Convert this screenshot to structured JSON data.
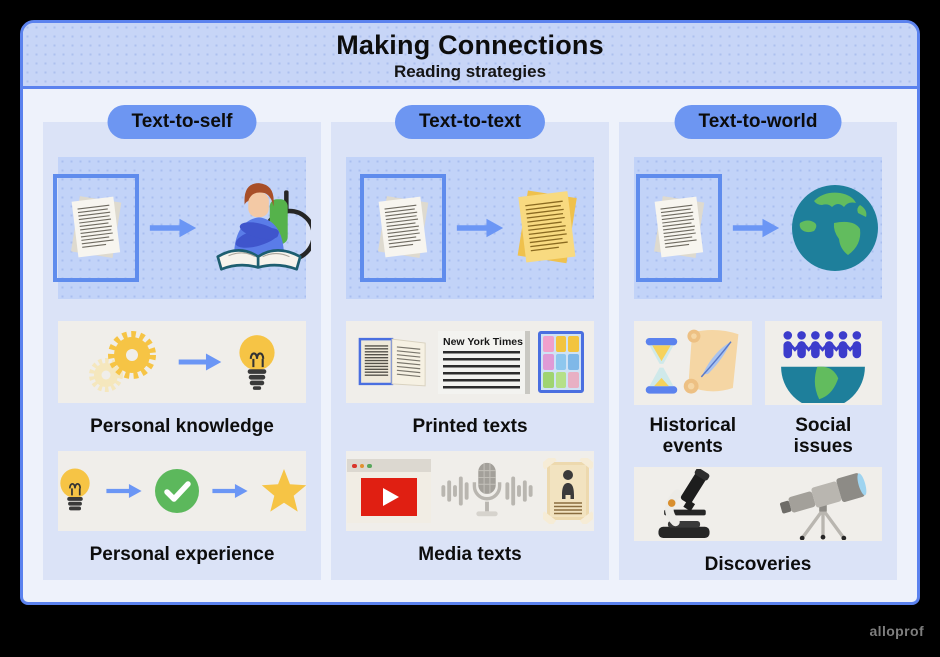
{
  "page": {
    "title": "Making Connections",
    "subtitle": "Reading strategies",
    "brand": "alloprof"
  },
  "colors": {
    "outer_bg": "#000000",
    "card_border": "#5b82ee",
    "header_bg": "#c7d5f7",
    "body_bg": "#eef2fb",
    "column_bg": "#dbe3f7",
    "hero_bg": "#c2d3f8",
    "panel_bg": "#f0eeea",
    "pill_bg": "#6d96f2",
    "arrow_blue": "#6b96f5",
    "accent_yellow": "#f6c445",
    "accent_green": "#5cb85c",
    "globe_teal": "#1e7f9b",
    "globe_green": "#62bc5e",
    "youtube_red": "#e01f12",
    "people_blue": "#3c3ccc"
  },
  "columns": [
    {
      "pill": "Text-to-self",
      "hero_icons": [
        "document-stack-icon",
        "arrow-icon",
        "reader-icon"
      ],
      "rows": [
        {
          "label": "Personal knowledge",
          "icons": [
            "gears-icon",
            "arrow-icon",
            "lightbulb-icon"
          ]
        },
        {
          "label": "Personal experience",
          "icons": [
            "lightbulb-icon",
            "arrow-icon",
            "check-icon",
            "arrow-icon",
            "star-icon"
          ]
        }
      ]
    },
    {
      "pill": "Text-to-text",
      "hero_icons": [
        "document-stack-icon",
        "arrow-icon",
        "yellow-document-stack-icon"
      ],
      "rows": [
        {
          "label": "Printed texts",
          "icons": [
            "open-book-icon",
            "newspaper-icon",
            "comic-icon"
          ],
          "newspaper_title": "New York Times"
        },
        {
          "label": "Media texts",
          "icons": [
            "video-player-icon",
            "microphone-icon",
            "poster-icon"
          ]
        }
      ]
    },
    {
      "pill": "Text-to-world",
      "hero_icons": [
        "document-stack-icon",
        "arrow-icon",
        "globe-icon"
      ],
      "rows": [
        {
          "label": "Historical events",
          "icons": [
            "hourglass-icon",
            "scroll-quill-icon"
          ]
        },
        {
          "label": "Social issues",
          "icons": [
            "people-on-globe-icon"
          ]
        },
        {
          "label": "Discoveries",
          "icons": [
            "microscope-icon",
            "telescope-icon"
          ]
        }
      ]
    }
  ]
}
